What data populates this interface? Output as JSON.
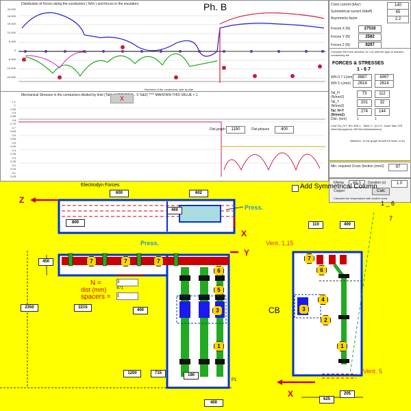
{
  "top_chart": {
    "title": "Distribution of forces along the conductors ( N/m ) and forces in the insulators",
    "phase_title": "Ph. B",
    "y_ticks": [
      "20.000",
      "18.000",
      "15.000",
      "10.000",
      "5.000",
      "0",
      "-5.000",
      "-10.000",
      "-15.000"
    ],
    "x_caption": "Numbers of the conductors, side by side"
  },
  "mid_chart": {
    "caption": "Mechanical Stresses in the conductors divided by limit (Table 4 IEC 865-1 .. 5 Tab2)  ****  MAINTAIN THIS VALUE < 1",
    "close_label": "X",
    "y_ticks": [
      "1.1",
      "1",
      "0.95",
      "0.9",
      "0.85",
      "0.8",
      "0.75",
      "0.7",
      "0.65",
      "0.6",
      "0.55",
      "0.5",
      "0.45",
      "0.4",
      "0.35",
      "0.3",
      "0.25",
      "0.2",
      "0.15",
      "0.1",
      "0.05"
    ],
    "dist_graph_label": "Dist.graph",
    "dist_graph_value": "1150",
    "dist_phases_label": "Dist.phases",
    "dist_phases_value": "400"
  },
  "right_panel": {
    "crest_current_label": "Crest current (kAcr)",
    "crest_current_value": "140",
    "sym_current_label": "Symmetrical current (kAeff)",
    "sym_current_value": "65",
    "asym_label": "Asymmetry factor",
    "asym_value": "2.2",
    "fx_label": "Forces X (N)",
    "fx_value": "27518",
    "fy_label": "Forces Y (N)",
    "fy_value": "2582",
    "fz_label": "Forces Z (N)",
    "fz_value": "9297",
    "compare_note": "Compare the force direction (X,Y,Z) with the type of reaction considering the",
    "fs_title": "FORCES & STRESSES",
    "fs_cols": "1 - 6   7",
    "w07_label": "W/h 0.7 L(mm)",
    "w07_a": "8887",
    "w07_b": "6997",
    "wh5_label": "W/h 5 L(mm)",
    "wh5_a": "2614",
    "wh5_b": "2614",
    "tal_h_label": "Tal_H (N/mm2)",
    "tal_h_a": "73",
    "tal_h_b": "112",
    "tal_t_label": "Tal_T (N/mm2)",
    "tal_t_a": "201",
    "tal_t_b": "32",
    "tal_ht_label": "Tal_H+T (N/mm2)",
    "tal_ht_a": "274",
    "tal_ht_b": "144",
    "dist_label": "Dist. (mm)",
    "dist_a": "1",
    "dist_b": "1",
    "limit_note": "Limit Tal_H+T IEC 865-1 - Table 4 - Q=1.5 - lower than 375 N/mm2(copper)or 180 N/mm2(aluminium)",
    "attention_note": "Attention : in the graph should be lower or eq",
    "min_section_label": "Min. required Cross Section (mm2)",
    "min_section_value": "97",
    "ka_label": "KArms",
    "ka_value": "65.0",
    "duration_label": "Duration (s)",
    "duration_value": "1.0",
    "material": "Copper",
    "calc_label": "Calc",
    "calc_temp_label": "Calculate the temperature with another area"
  },
  "add_sym_label": "Add Symmetrical Column",
  "drawing": {
    "electrodyn_label": "Electrodyn Forces",
    "z_label": "Z",
    "x_label": "X",
    "y_label": "Y",
    "press_label_1": "Press.",
    "press_label_2": "Press.",
    "dim_600": "600",
    "dim_602": "602",
    "dim_800": "800",
    "dim_400a": "400",
    "dim_450": "450",
    "dim_2350": "2350",
    "dim_2215": "2215",
    "dim_400b": "400",
    "dim_1200": "1200",
    "dim_715": "715",
    "dim_190": "190",
    "dim_400c": "400",
    "p1_label": "P1",
    "n_label": "N =",
    "n_value": "3",
    "dist_label": "dist (mm)",
    "dist_value": "471",
    "spacers_label": "spacers =",
    "spacers_value": "1",
    "n6": "6",
    "n5": "5",
    "n3": "3",
    "n1": "1",
    "n7a": "7",
    "n7b": "7",
    "n7c": "7",
    "cb_label": "CB",
    "cb_110": "110",
    "cb_400": "400",
    "cb_1_6": "1 _ 6",
    "cb_7": "7",
    "vent_1": "Vent. 1,15",
    "vent_5": "Vent. 5",
    "cb_x_label": "X",
    "cb_625": "625",
    "cb_205": "205",
    "cb_n7": "7",
    "cb_n6": "6",
    "cb_n4": "4",
    "cb_n3": "3",
    "cb_n2": "2",
    "cb_n1": "1"
  }
}
